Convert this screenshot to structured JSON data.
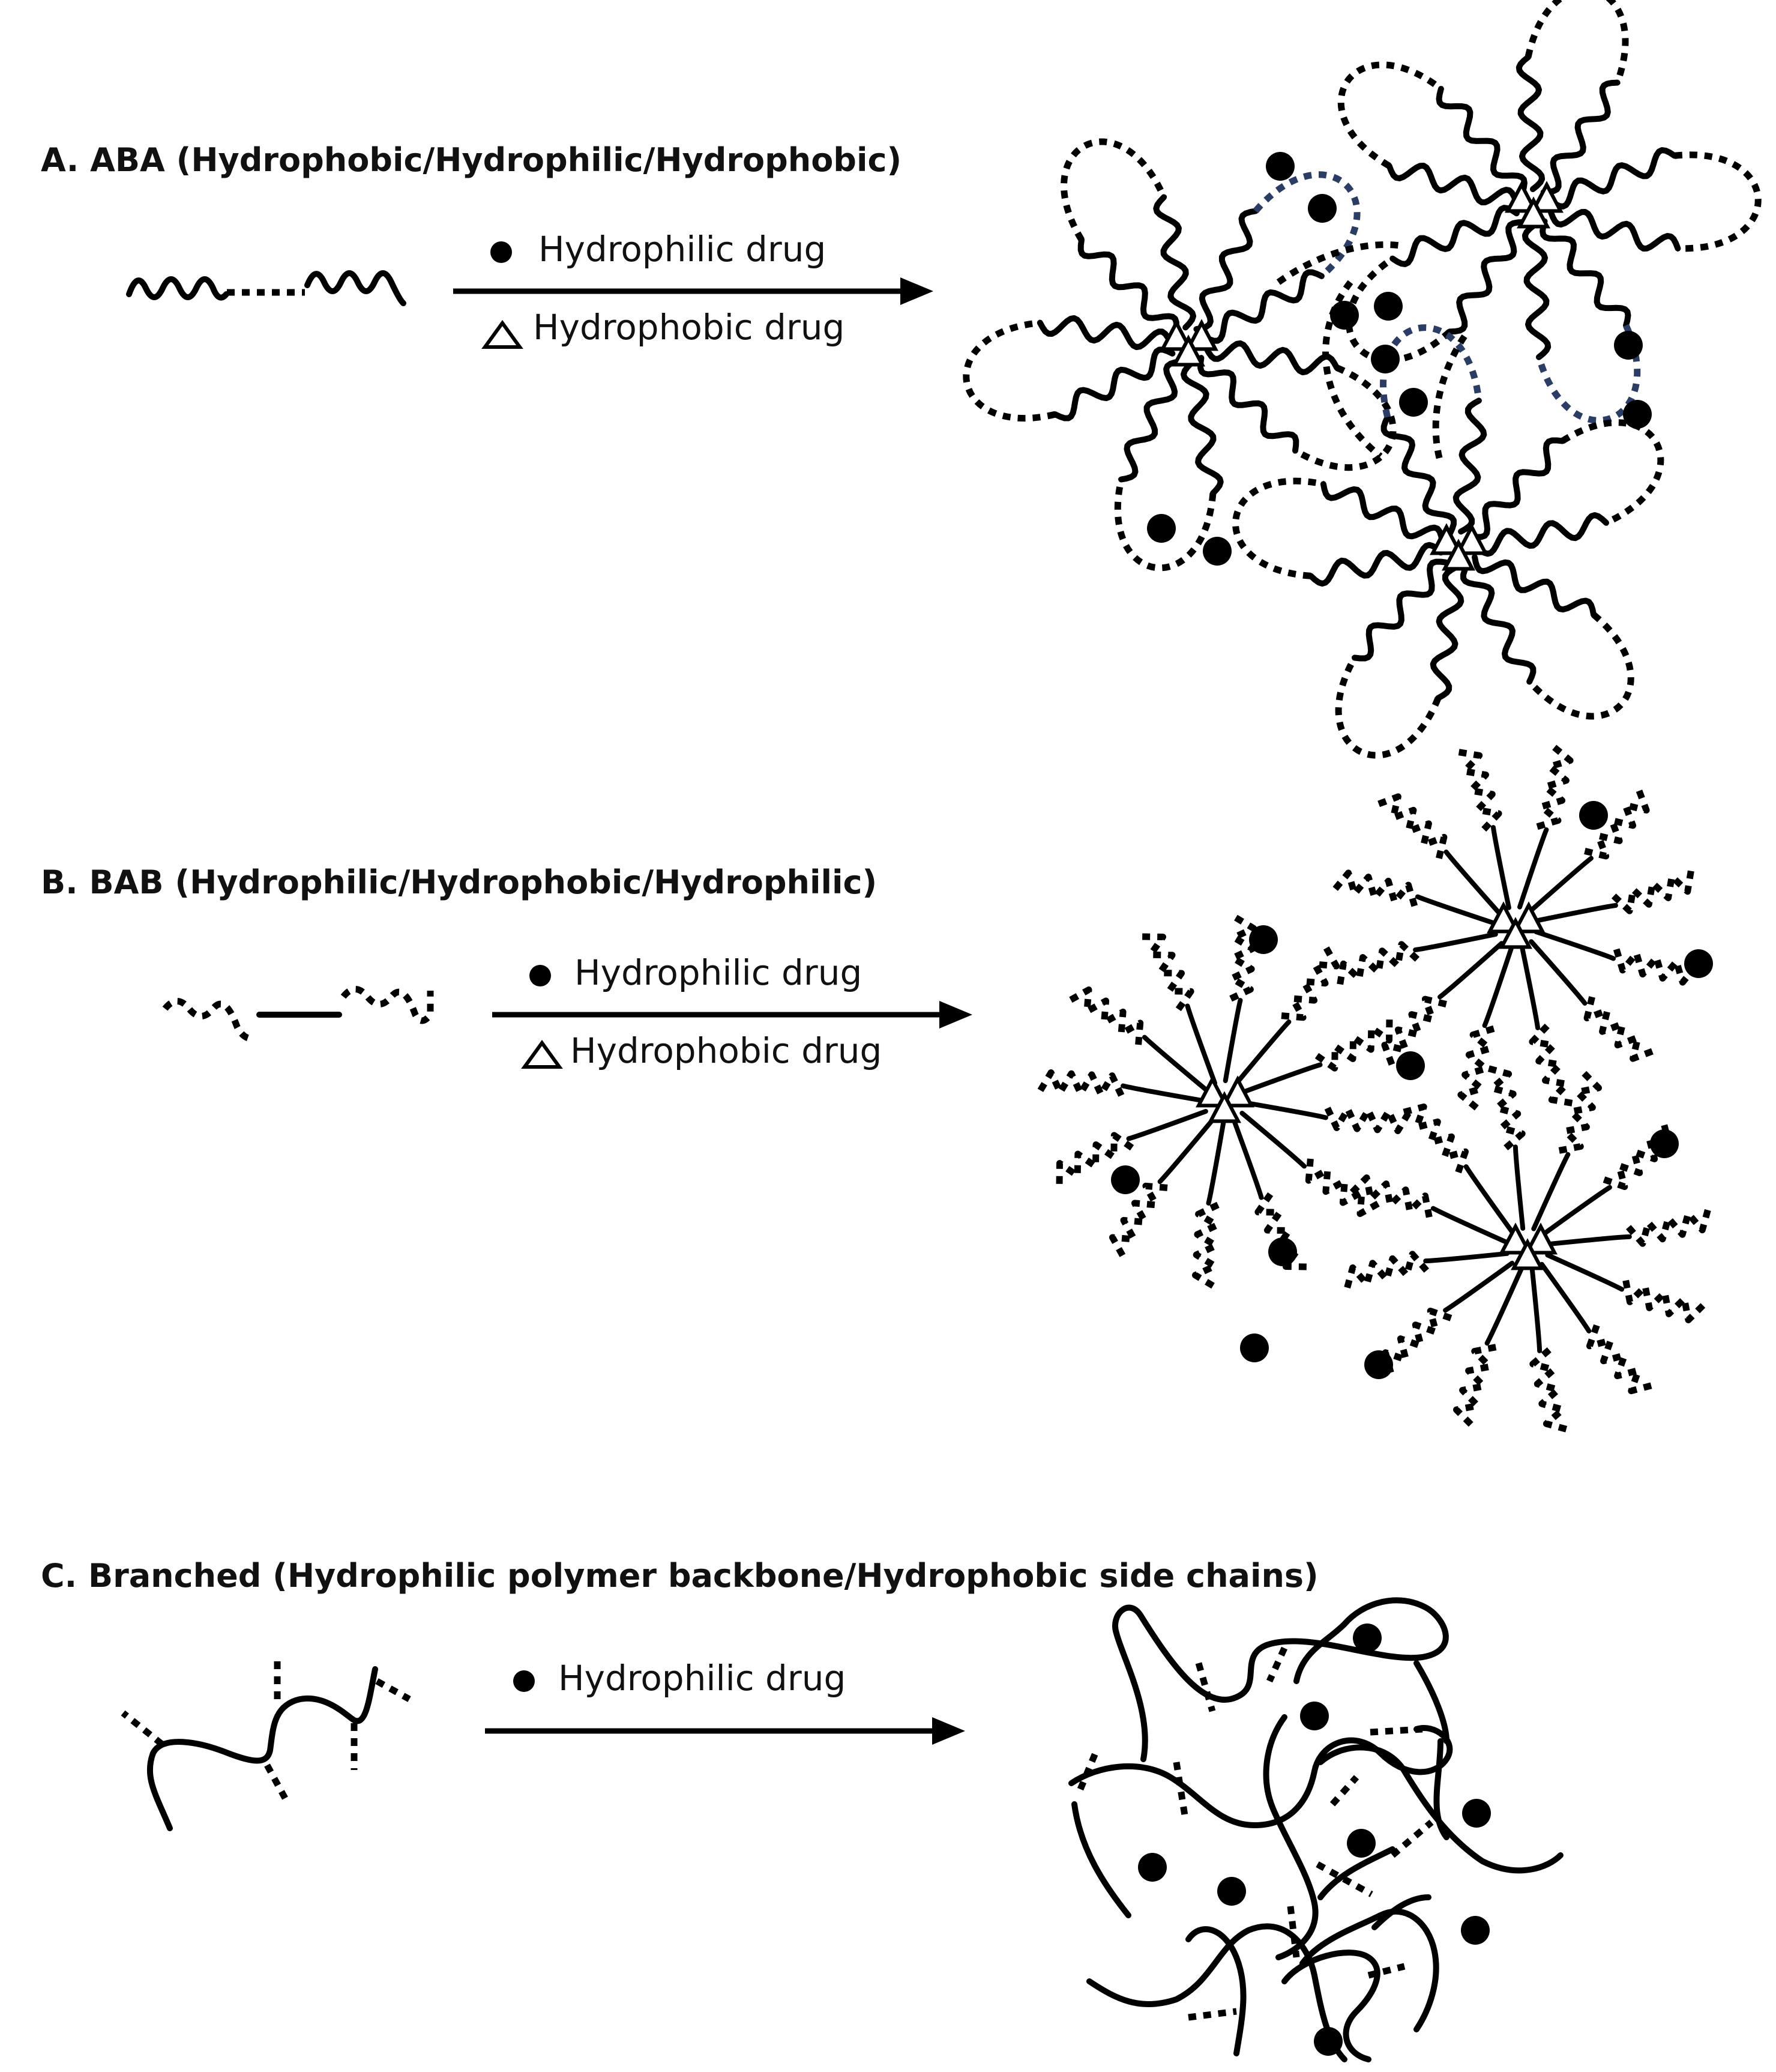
{
  "panels": [
    {
      "id": "A",
      "title": "A. ABA (Hydrophobic/Hydrophilic/Hydrophobic)",
      "legend": [
        {
          "symbol": "filled-circle-icon",
          "label": "Hydrophilic drug"
        },
        {
          "symbol": "open-triangle-icon",
          "label": "Hydrophobic drug"
        }
      ]
    },
    {
      "id": "B",
      "title": "B. BAB (Hydrophilic/Hydrophobic/Hydrophilic)",
      "legend": [
        {
          "symbol": "filled-circle-icon",
          "label": "Hydrophilic drug"
        },
        {
          "symbol": "open-triangle-icon",
          "label": "Hydrophobic drug"
        }
      ]
    },
    {
      "id": "C",
      "title": "C. Branched (Hydrophilic polymer backbone/Hydrophobic  side chains)",
      "legend": [
        {
          "symbol": "filled-circle-icon",
          "label": "Hydrophilic drug"
        }
      ]
    }
  ],
  "colors": {
    "ink": "#000000",
    "background": "#ffffff",
    "blue_loop": "#2a3d66"
  }
}
